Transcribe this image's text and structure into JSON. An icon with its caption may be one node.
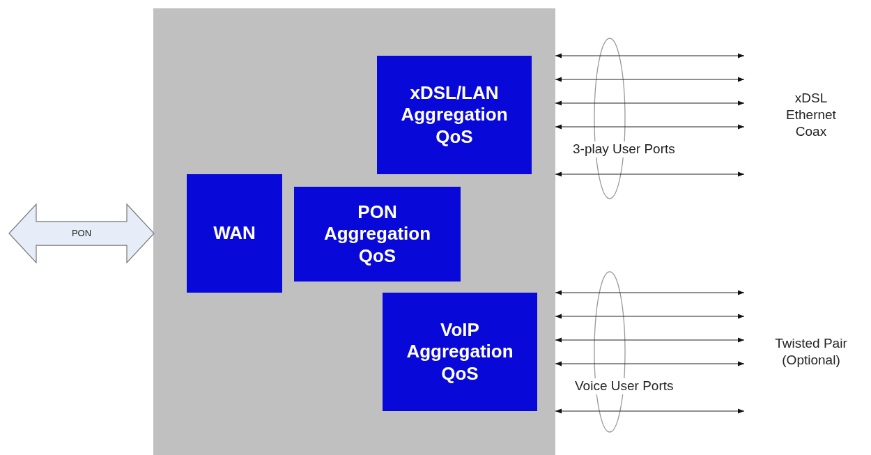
{
  "diagram": {
    "nodes": [
      {
        "text": [],
        "shape": "box"
      },
      {
        "text": [
          "xDSL/LAN Aggregation QoS"
        ],
        "in": 0
      },
      {
        "text": [
          "WAN"
        ],
        "in": 0
      },
      {
        "text": [
          "PON Aggregation QoS"
        ],
        "in": 0
      },
      {
        "text": [
          "VoIP Aggregation QoS"
        ],
        "in": 0
      },
      {
        "text": [
          "PON"
        ]
      },
      {
        "text": [
          "xDSL Ethernet Coax"
        ]
      },
      {
        "text": [
          "Twisted Pair (Optional)"
        ]
      }
    ],
    "edges": [
      {
        "from": 0,
        "to": 6,
        "arrow": "both"
      },
      {
        "from": 0,
        "to": 6,
        "arrow": "both"
      },
      {
        "from": 0,
        "to": 6,
        "arrow": "both"
      },
      {
        "from": 0,
        "to": 6,
        "arrow": "both"
      },
      {
        "from": 0,
        "to": 6,
        "arrow": "both"
      },
      {
        "from": 0,
        "to": 7,
        "arrow": "both"
      },
      {
        "from": 0,
        "to": 7,
        "arrow": "both"
      },
      {
        "from": 0,
        "to": 7,
        "arrow": "both"
      },
      {
        "from": 0,
        "to": 7,
        "arrow": "both"
      },
      {
        "from": 0,
        "to": 7,
        "arrow": "both"
      }
    ],
    "labels": [
      "3-play User Ports",
      "Voice User Ports"
    ]
  }
}
